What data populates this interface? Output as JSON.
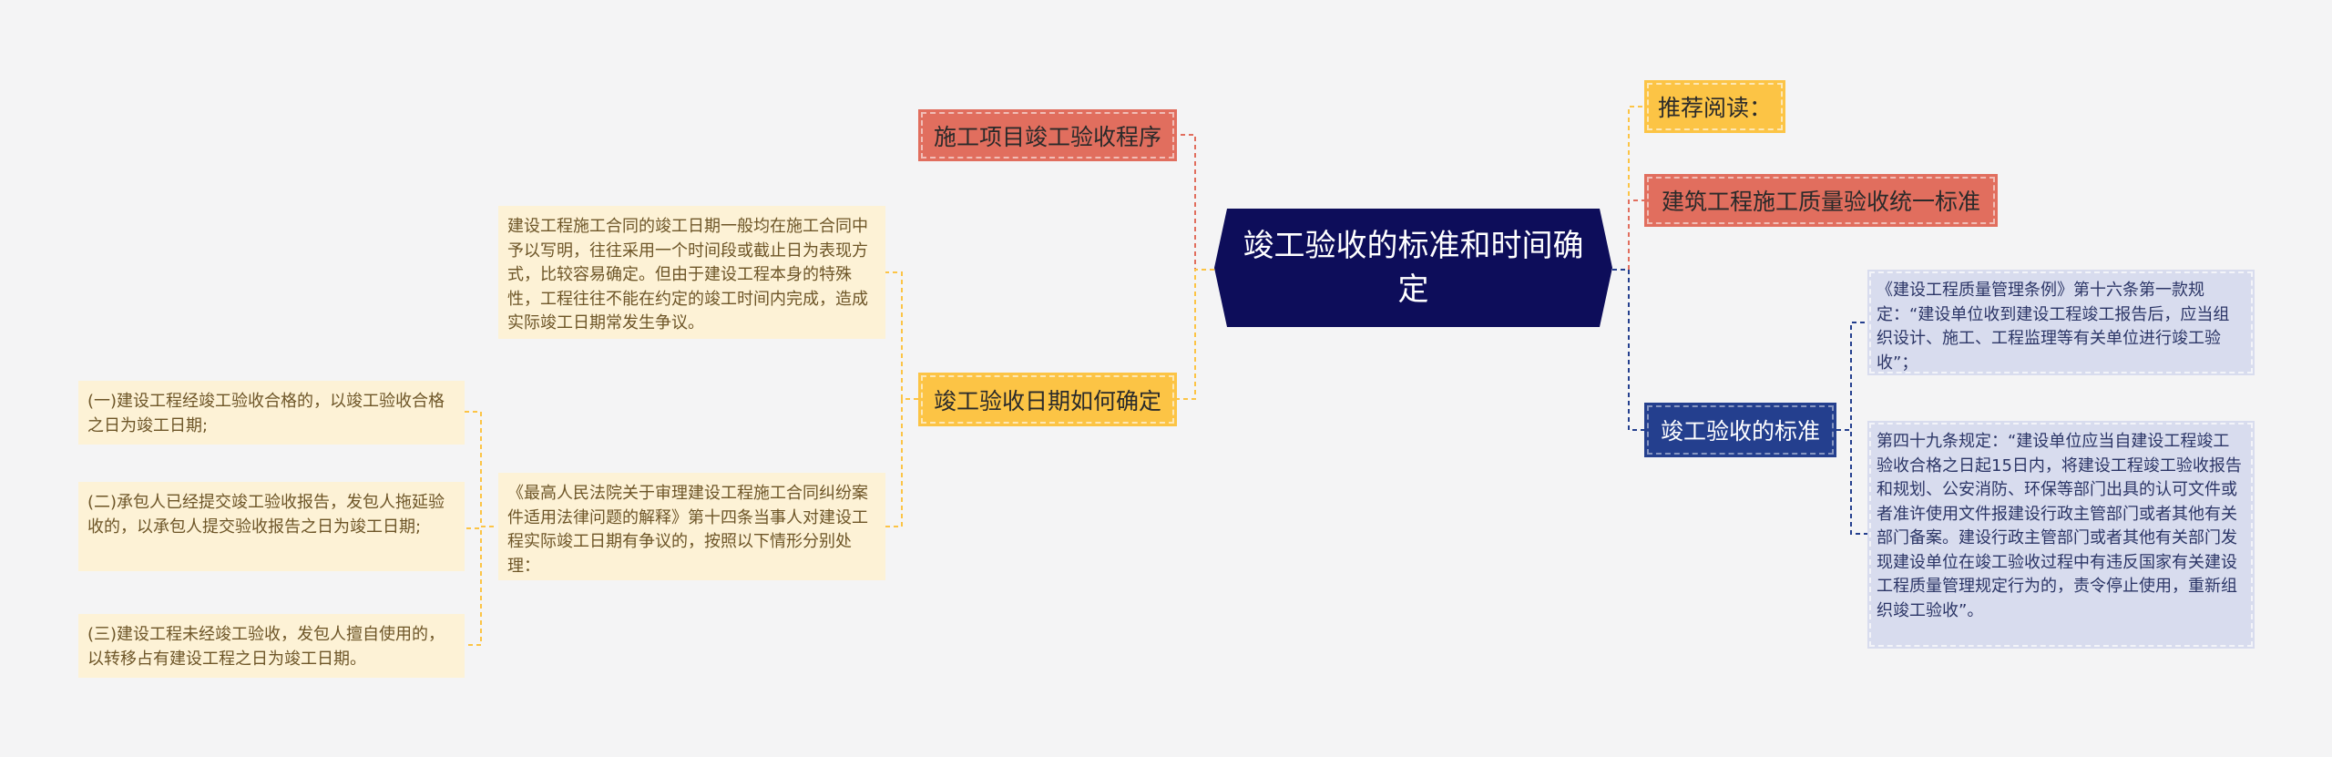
{
  "center": {
    "title": "竣工验收的标准和时间确定"
  },
  "left": {
    "procedure": {
      "label": "施工项目竣工验收程序"
    },
    "date_branch": {
      "label": "竣工验收日期如何确定"
    },
    "note_contract": {
      "text": "建设工程施工合同的竣工日期一般均在施工合同中予以写明，往往采用一个时间段或截止日为表现方式，比较容易确定。但由于建设工程本身的特殊性，工程往往不能在约定的竣工时间内完成，造成实际竣工日期常发生争议。"
    },
    "note_interpretation": {
      "text": "《最高人民法院关于审理建设工程施工合同纠纷案件适用法律问题的解释》第十四条当事人对建设工程实际竣工日期有争议的，按照以下情形分别处理："
    },
    "cases": [
      {
        "text": "(一)建设工程经竣工验收合格的，以竣工验收合格之日为竣工日期;"
      },
      {
        "text": "(二)承包人已经提交竣工验收报告，发包人拖延验收的，以承包人提交验收报告之日为竣工日期;"
      },
      {
        "text": "(三)建设工程未经竣工验收，发包人擅自使用的，以转移占有建设工程之日为竣工日期。"
      }
    ]
  },
  "right": {
    "recommend": {
      "label": "推荐阅读："
    },
    "unified_standard": {
      "label": "建筑工程施工质量验收统一标准"
    },
    "standard": {
      "label": "竣工验收的标准"
    },
    "note_art16": {
      "text": "《建设工程质量管理条例》第十六条第一款规定：“建设单位收到建设工程竣工报告后，应当组织设计、施工、工程监理等有关单位进行竣工验收”；"
    },
    "note_art49": {
      "text": "第四十九条规定：“建设单位应当自建设工程竣工验收合格之日起15日内，将建设工程竣工验收报告和规划、公安消防、环保等部门出具的认可文件或者准许使用文件报建设行政主管部门或者其他有关部门备案。建设行政主管部门或者其他有关部门发现建设单位在竣工验收过程中有违反国家有关建设工程质量管理规定行为的，责令停止使用，重新组织竣工验收”。"
    }
  },
  "colors": {
    "center": "#0d0d5a",
    "red": "#e16e5e",
    "yellow": "#fcc445",
    "navy": "#243f8e",
    "note_yellow": "#fdf2d6",
    "note_blue": "#d8dcee"
  }
}
